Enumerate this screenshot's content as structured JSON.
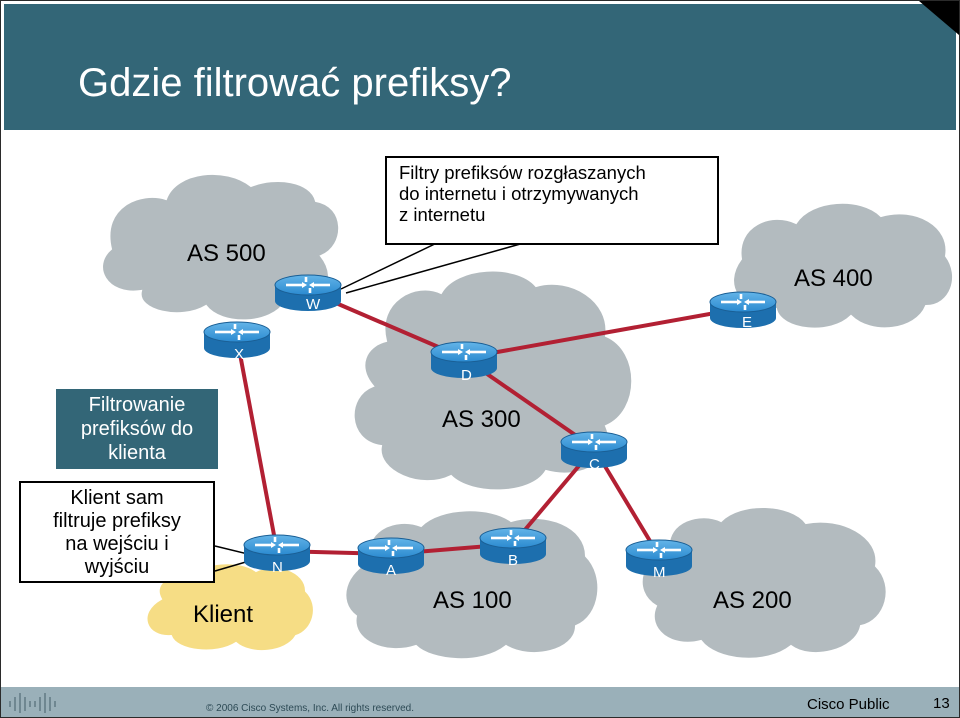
{
  "slide": {
    "title": "Gdzie filtrować prefiksy?",
    "callout_top": [
      "Filtry prefiksów rozgłaszanych",
      "do internetu i otrzymywanych",
      "z internetu"
    ],
    "callout_dark": [
      "Filtrowanie",
      "prefiksów do",
      "klienta"
    ],
    "callout_white": [
      "Klient sam",
      "filtruje prefiksy",
      "na wejściu i",
      "wyjściu"
    ]
  },
  "clouds": {
    "as500": "AS 500",
    "as400": "AS 400",
    "as300": "AS 300",
    "as100": "AS 100",
    "as200": "AS 200",
    "klient": "Klient"
  },
  "routers": {
    "w": "W",
    "x": "X",
    "d": "D",
    "e": "E",
    "c": "C",
    "n": "N",
    "a": "A",
    "b": "B",
    "m": "M"
  },
  "footer": {
    "copyright": "© 2006 Cisco Systems, Inc. All rights reserved.",
    "classification": "Cisco Public",
    "page": "13"
  },
  "colors": {
    "title_bar": "#336677",
    "cloud": "#b3bbbf",
    "client_cloud": "#f6dd85",
    "link": "#b22033",
    "router": "#2e8bc9"
  }
}
